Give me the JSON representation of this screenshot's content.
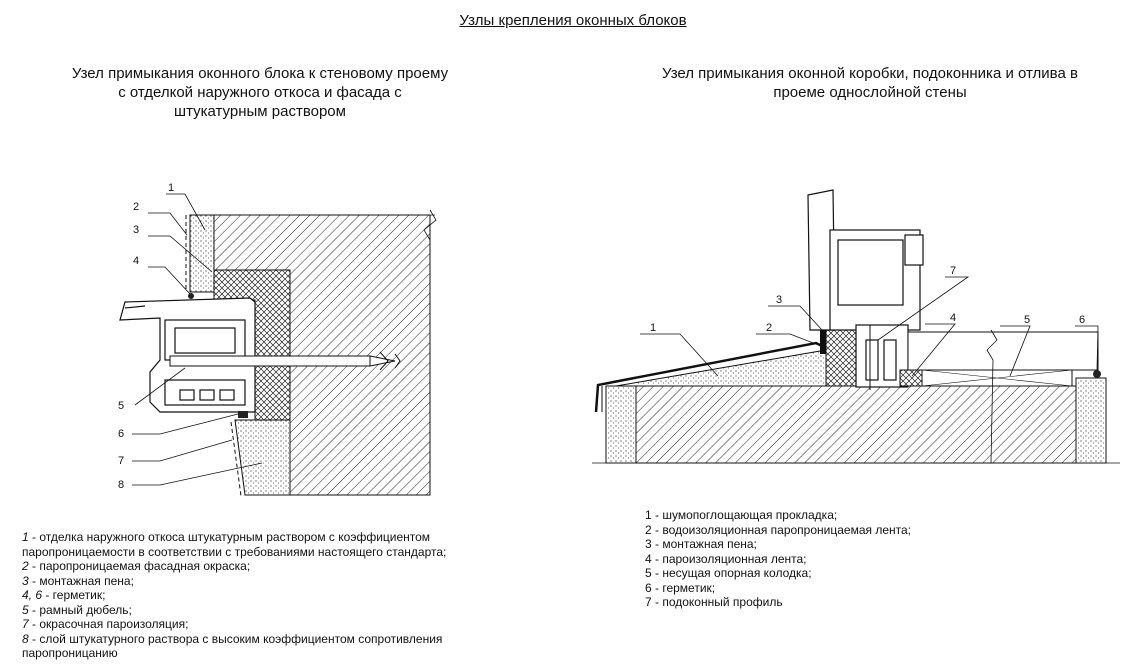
{
  "title": "Узлы крепления оконных блоков",
  "left": {
    "subtitle_lines": [
      "Узел примыкания оконного блока к стеновому проему",
      "с отделкой наружного откоса и фасада с",
      "штукатурным раствором"
    ],
    "callouts": [
      "1",
      "2",
      "3",
      "4",
      "5",
      "6",
      "7",
      "8"
    ],
    "legend": [
      {
        "num": "1",
        "text": " - отделка наружного откоса штукатурным раствором с коэффициентом"
      },
      {
        "num": "",
        "text": "паропроницаемости в соответствии с требованиями настоящего стандарта;"
      },
      {
        "num": "2",
        "text": " - паропроницаемая фасадная окраска;"
      },
      {
        "num": "3",
        "text": " - монтажная пена;"
      },
      {
        "num": "4, 6",
        "text": " - герметик;"
      },
      {
        "num": "5",
        "text": " - рамный дюбель;"
      },
      {
        "num": "7",
        "text": " - окрасочная пароизоляция;"
      },
      {
        "num": "8",
        "text": " - слой штукатурного раствора с высоким коэффициентом сопротивления"
      },
      {
        "num": "",
        "text": "паропроницанию"
      }
    ]
  },
  "right": {
    "subtitle_lines": [
      "Узел примыкания оконной коробки, подоконника и отлива в",
      "проеме однослойной стены"
    ],
    "callouts": [
      "1",
      "2",
      "3",
      "4",
      "5",
      "6",
      "7"
    ],
    "legend": [
      "1 - шумопоглощающая прокладка;",
      "2 - водоизоляционная паропроницаемая лента;",
      "3 - монтажная пена;",
      "4 - пароизоляционная лента;",
      "5 - несущая опорная колодка;",
      "6 - герметик;",
      "7 - подоконный профиль"
    ]
  }
}
